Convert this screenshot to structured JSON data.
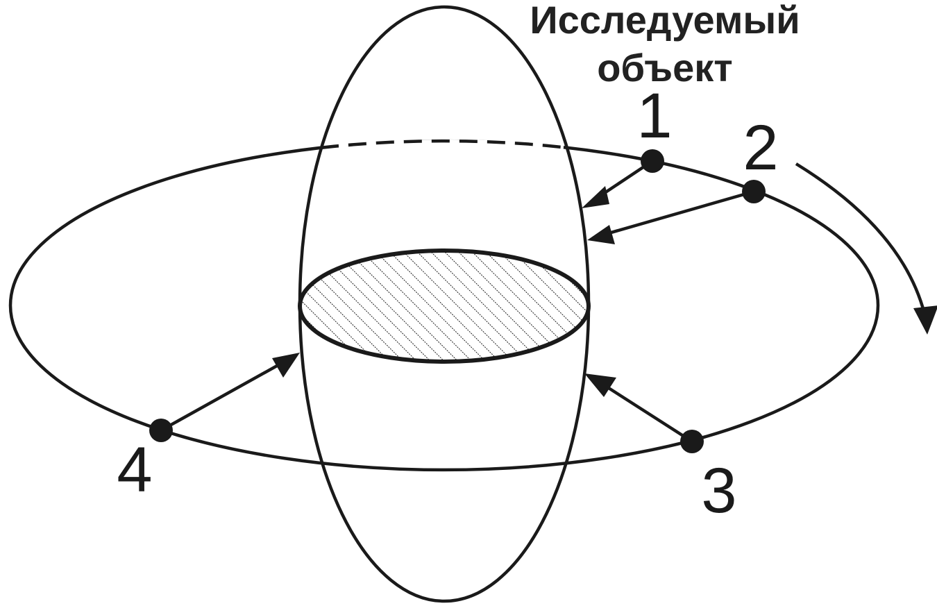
{
  "title": {
    "line1": "Исследуемый",
    "line2": "объект"
  },
  "points": [
    {
      "label": "1"
    },
    {
      "label": "2"
    },
    {
      "label": "3"
    },
    {
      "label": "4"
    }
  ],
  "colors": {
    "ink": "#1a1a1a",
    "background": "#ffffff"
  }
}
